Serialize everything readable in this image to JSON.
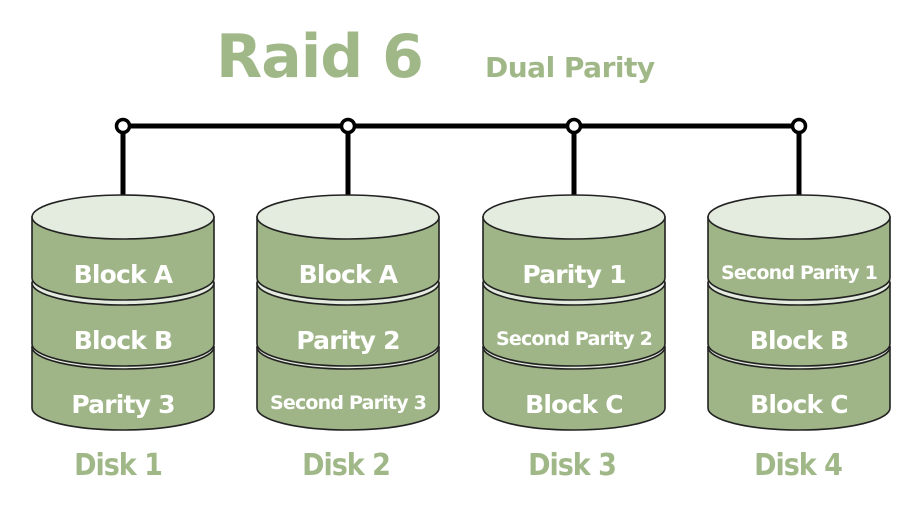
{
  "title": "Raid 6",
  "subtitle": "Dual Parity",
  "colors": {
    "accent": "#a0b888",
    "band_fill": "#9fb587",
    "band_top": "#e4ebdf",
    "outline": "#222222",
    "bus": "#000000"
  },
  "disks": [
    {
      "label": "Disk 1",
      "blocks": [
        "Block A",
        "Block B",
        "Parity 3"
      ]
    },
    {
      "label": "Disk 2",
      "blocks": [
        "Block A",
        "Parity 2",
        "Second Parity 3"
      ]
    },
    {
      "label": "Disk 3",
      "blocks": [
        "Parity 1",
        "Second Parity 2",
        "Block C"
      ]
    },
    {
      "label": "Disk 4",
      "blocks": [
        "Second Parity 1",
        "Block B",
        "Block C"
      ]
    }
  ]
}
